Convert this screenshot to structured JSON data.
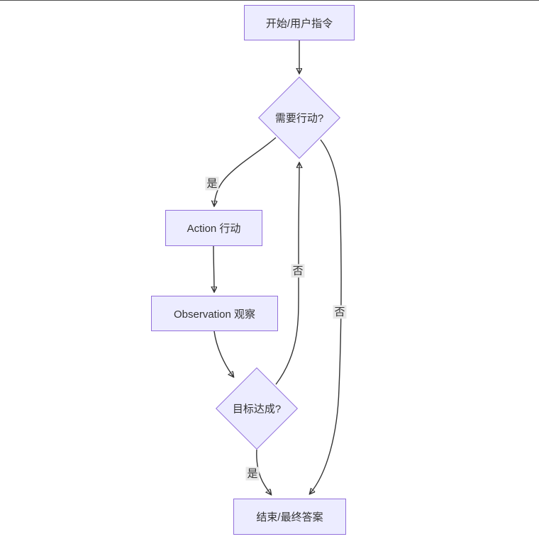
{
  "diagram": {
    "type": "flowchart",
    "direction": "top-down",
    "nodes": {
      "start": {
        "label": "开始/用户指令",
        "shape": "rectangle"
      },
      "need_action": {
        "label": "需要行动?",
        "shape": "diamond"
      },
      "action": {
        "label": "Action 行动",
        "shape": "rectangle"
      },
      "observation": {
        "label": "Observation 观察",
        "shape": "rectangle"
      },
      "goal_reached": {
        "label": "目标达成?",
        "shape": "diamond"
      },
      "end": {
        "label": "结束/最终答案",
        "shape": "rectangle"
      }
    },
    "edges": [
      {
        "from": "start",
        "to": "need_action",
        "label": ""
      },
      {
        "from": "need_action",
        "to": "action",
        "label": "是"
      },
      {
        "from": "action",
        "to": "observation",
        "label": ""
      },
      {
        "from": "observation",
        "to": "goal_reached",
        "label": ""
      },
      {
        "from": "goal_reached",
        "to": "need_action",
        "label": "否"
      },
      {
        "from": "need_action",
        "to": "end",
        "label": "否"
      },
      {
        "from": "goal_reached",
        "to": "end",
        "label": "是"
      }
    ],
    "colors": {
      "node_fill": "#ECECFF",
      "node_border": "#9370DB",
      "edge_line": "#333333",
      "edge_label_bg": "#e8e8e8",
      "text": "#333333"
    }
  }
}
